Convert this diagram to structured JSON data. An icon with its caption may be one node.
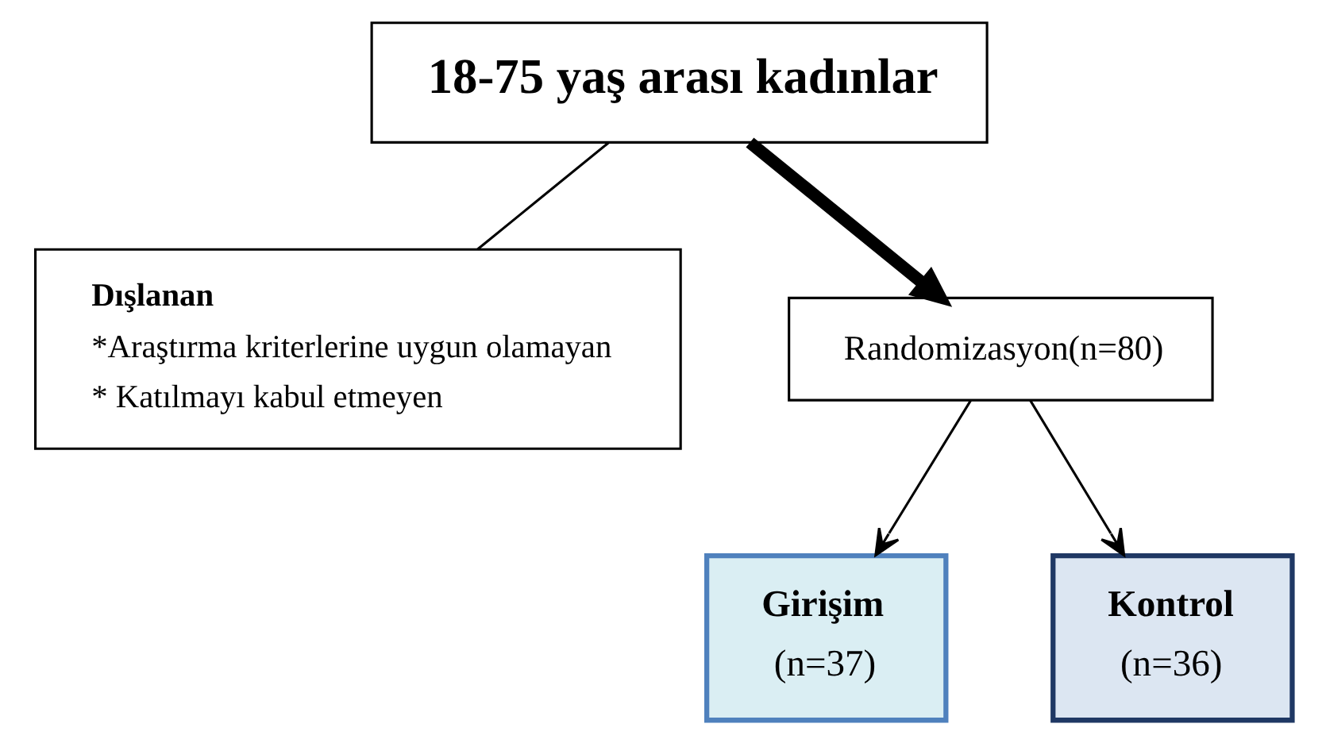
{
  "diagram": {
    "nodes": [
      {
        "text": [
          "18-75 yaş arası kadınlar"
        ]
      },
      {
        "text": [
          "Dışlanan",
          "*Araştırma kriterlerine uygun olamayan",
          "* Katılmayı kabul etmeyen"
        ]
      },
      {
        "text": [
          "Randomizasyon(n=80)"
        ]
      },
      {
        "text": [
          "Girişim",
          "(n=37)"
        ]
      },
      {
        "text": [
          "Kontrol",
          "(n=36)"
        ]
      }
    ],
    "edges": [
      {
        "from": 0,
        "to": 2,
        "arrow": "to",
        "style": "thick"
      },
      {
        "from": 0,
        "to": 1,
        "arrow": "none"
      },
      {
        "from": 2,
        "to": 3,
        "arrow": "to"
      },
      {
        "from": 2,
        "to": 4,
        "arrow": "to"
      }
    ]
  }
}
